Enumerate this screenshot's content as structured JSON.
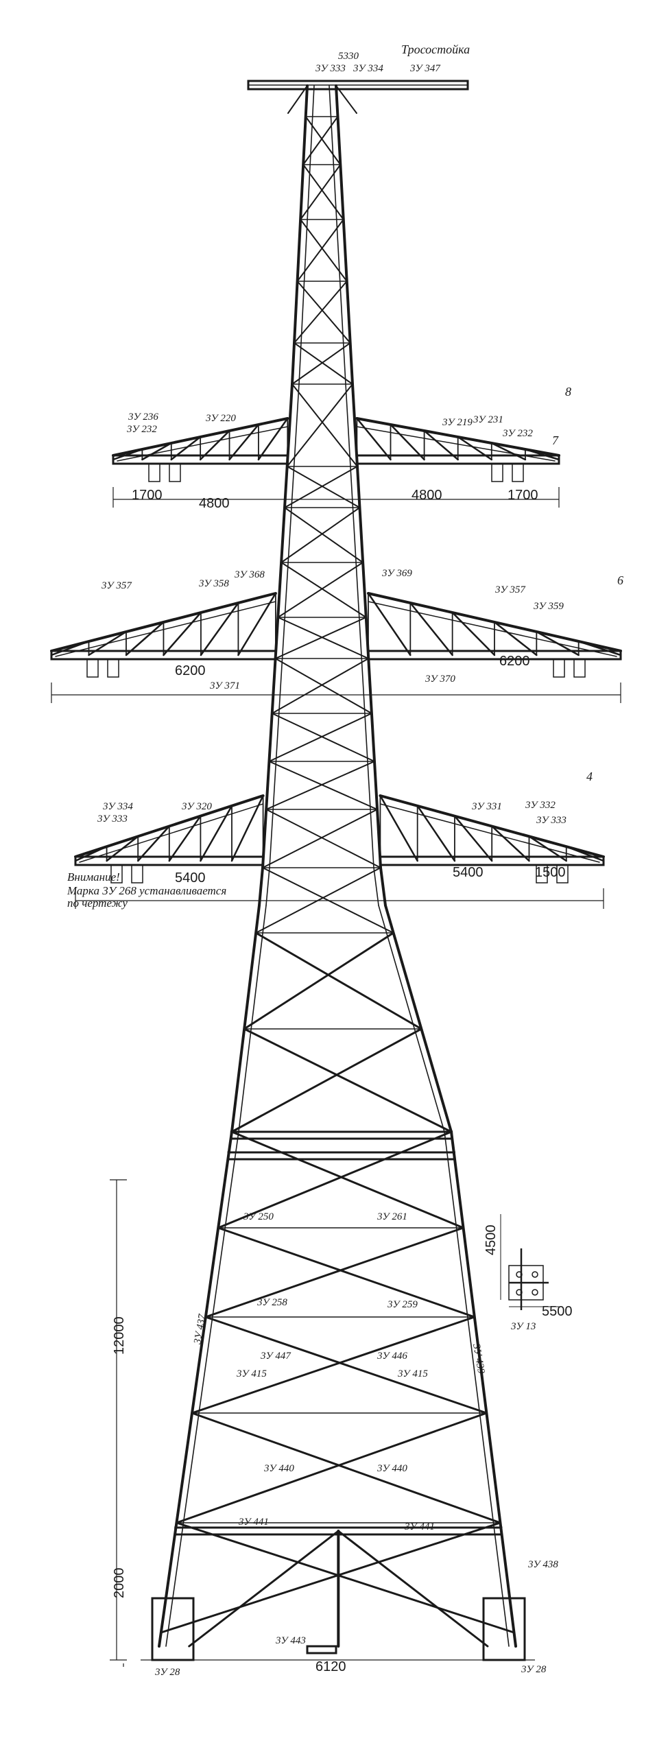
{
  "title": "Тросостойка",
  "top_labels": {
    "dim_top": "5330",
    "a": "3У 333",
    "b": "3У 334",
    "c": "3У 347"
  },
  "arms": {
    "upper": {
      "left_dim_outer": "1700",
      "left_dim_inner": "4800",
      "right_dim_inner": "4800",
      "right_dim_outer": "1700",
      "left_marks": [
        "3У 236",
        "3У 232",
        "3У 220"
      ],
      "right_marks": [
        "3У 219",
        "3У 231",
        "3У 232"
      ],
      "section": "8",
      "section_side": "7"
    },
    "middle": {
      "left_dim": "6200",
      "right_dim": "6200",
      "left_marks": [
        "3У 357",
        "3У 358",
        "3У 368"
      ],
      "right_marks": [
        "3У 369",
        "3У 357",
        "3У 359"
      ],
      "below_left": "3У 371",
      "below_right": "3У 370",
      "section": "6"
    },
    "lower": {
      "left_dim": "5400",
      "right_dim": "5400",
      "right_outer": "1500",
      "left_marks": [
        "3У 334",
        "3У 333",
        "3У 320"
      ],
      "right_marks": [
        "3У 331",
        "3У 332",
        "3У 333"
      ],
      "section": "4"
    }
  },
  "note": {
    "line1": "Внимание!",
    "line2": "Марка 3У 268 устанавливается",
    "line3": "по чертежу"
  },
  "lower_section": {
    "height_dim": "12000",
    "base_dim": "6120",
    "small_dim": "2000",
    "marks_left": [
      "3У 250",
      "3У 258",
      "3У 447",
      "3У 415",
      "3У 440",
      "3У 441",
      "3У 443"
    ],
    "marks_right": [
      "3У 261",
      "3У 259",
      "3У 446",
      "3У 415",
      "3У 440",
      "3У 441",
      "3У 438"
    ],
    "leg_left": "3У 437",
    "leg_right": "3У 439",
    "foot_left": "3У 28",
    "foot_right": "3У 28"
  },
  "detail": {
    "dim_v": "4500",
    "dim_h": "5500",
    "mark": "3У 13"
  }
}
